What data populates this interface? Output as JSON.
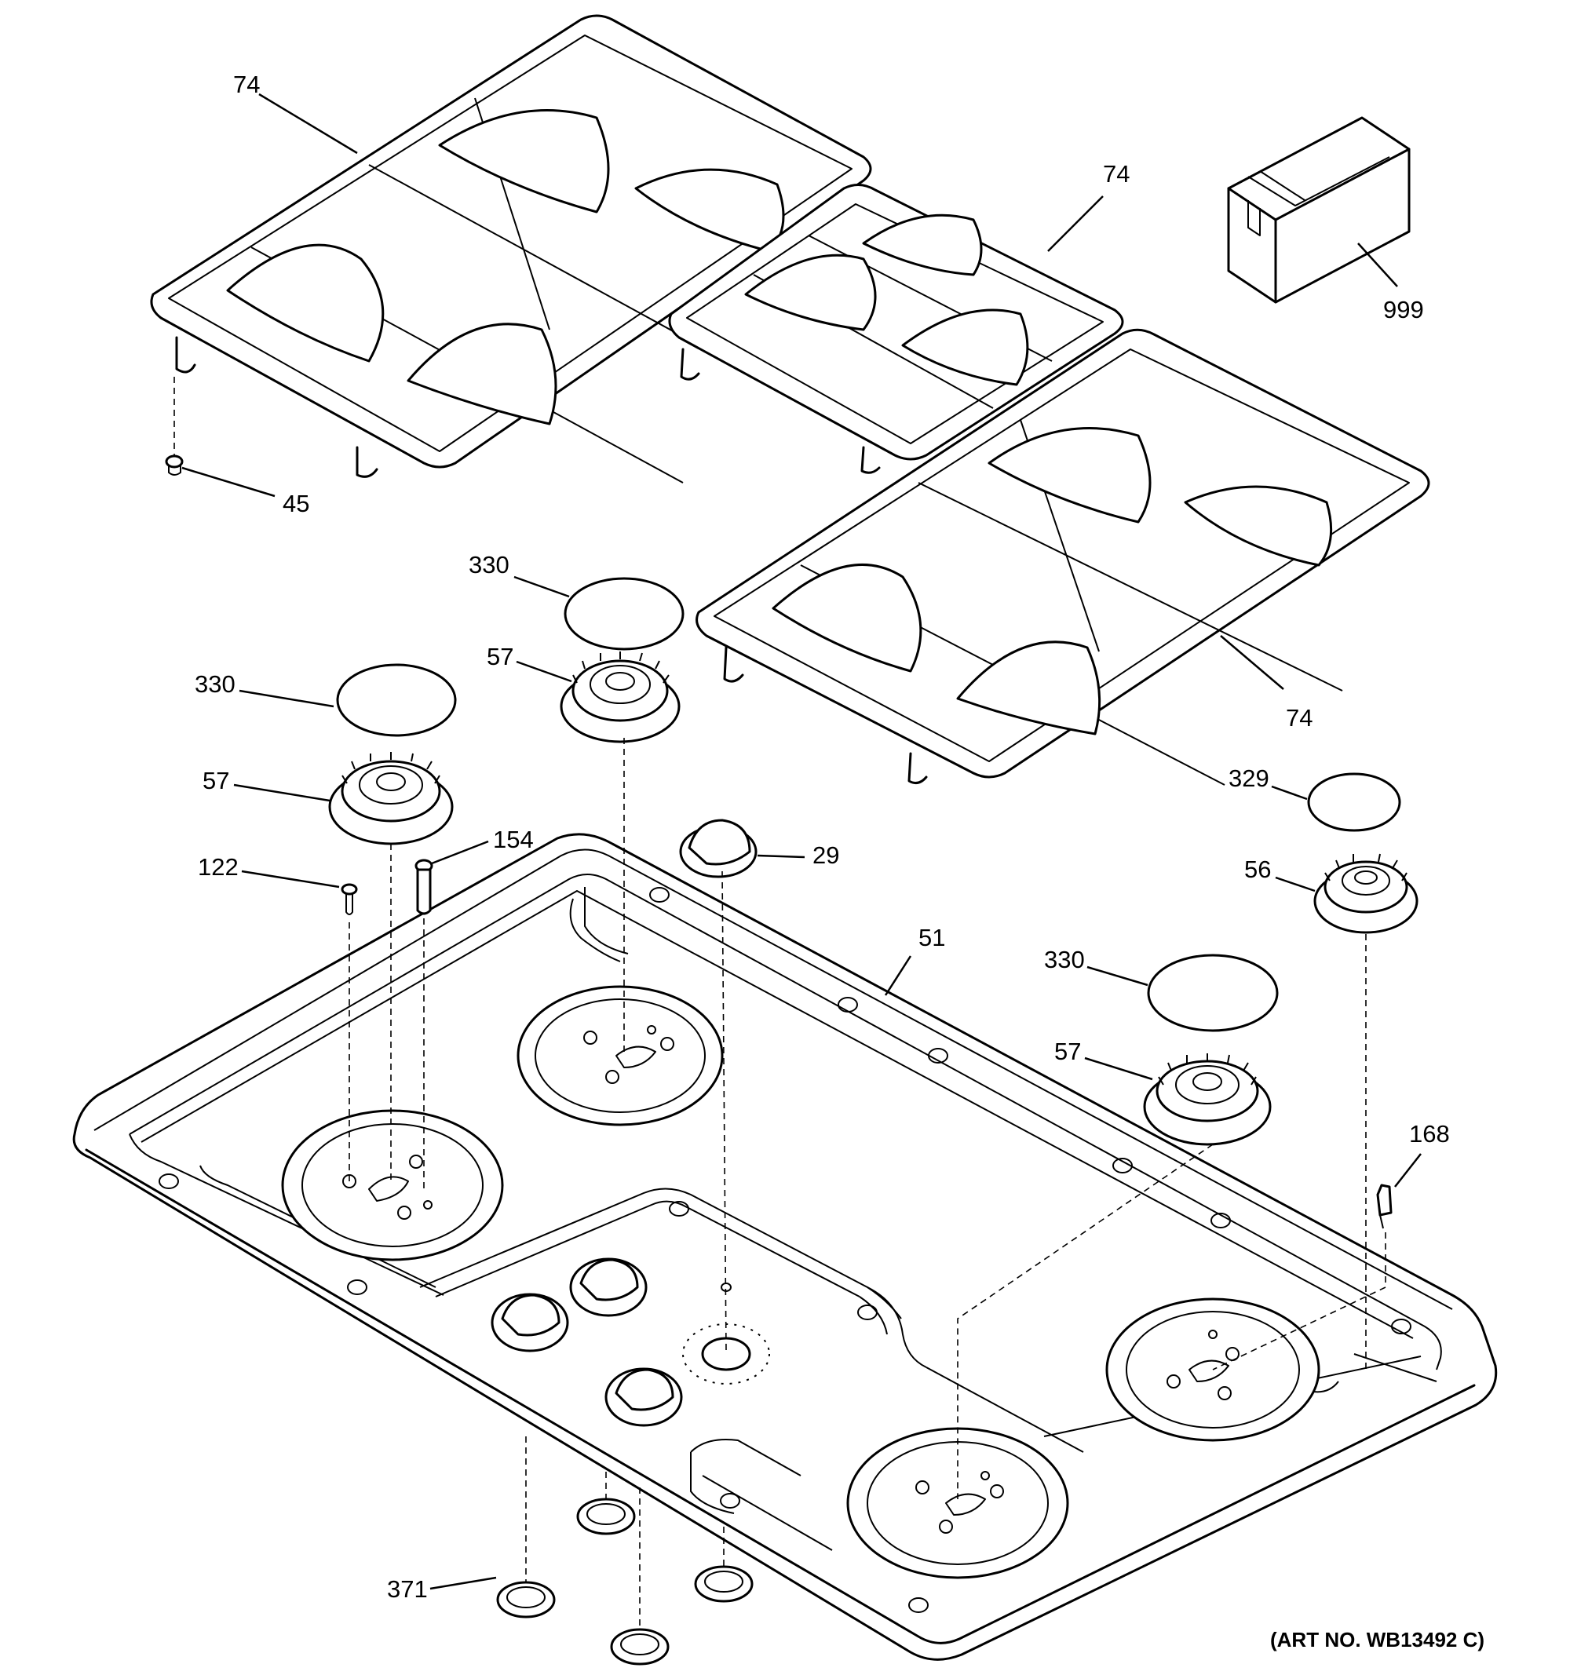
{
  "diagram": {
    "art_number": "(ART NO. WB13492 C)",
    "callouts": [
      {
        "id": "grate-left",
        "label": "74"
      },
      {
        "id": "grate-middle",
        "label": "74"
      },
      {
        "id": "grate-right",
        "label": "74"
      },
      {
        "id": "package",
        "label": "999"
      },
      {
        "id": "grate-foot",
        "label": "45"
      },
      {
        "id": "cap-center",
        "label": "330"
      },
      {
        "id": "head-center",
        "label": "57"
      },
      {
        "id": "cap-left",
        "label": "330"
      },
      {
        "id": "head-left",
        "label": "57"
      },
      {
        "id": "screw",
        "label": "122"
      },
      {
        "id": "electrode-left",
        "label": "154"
      },
      {
        "id": "knob",
        "label": "29"
      },
      {
        "id": "cap-small",
        "label": "329"
      },
      {
        "id": "head-small",
        "label": "56"
      },
      {
        "id": "cooktop",
        "label": "51"
      },
      {
        "id": "cap-right",
        "label": "330"
      },
      {
        "id": "head-right",
        "label": "57"
      },
      {
        "id": "electrode-right",
        "label": "168"
      },
      {
        "id": "grommet",
        "label": "371"
      }
    ]
  }
}
